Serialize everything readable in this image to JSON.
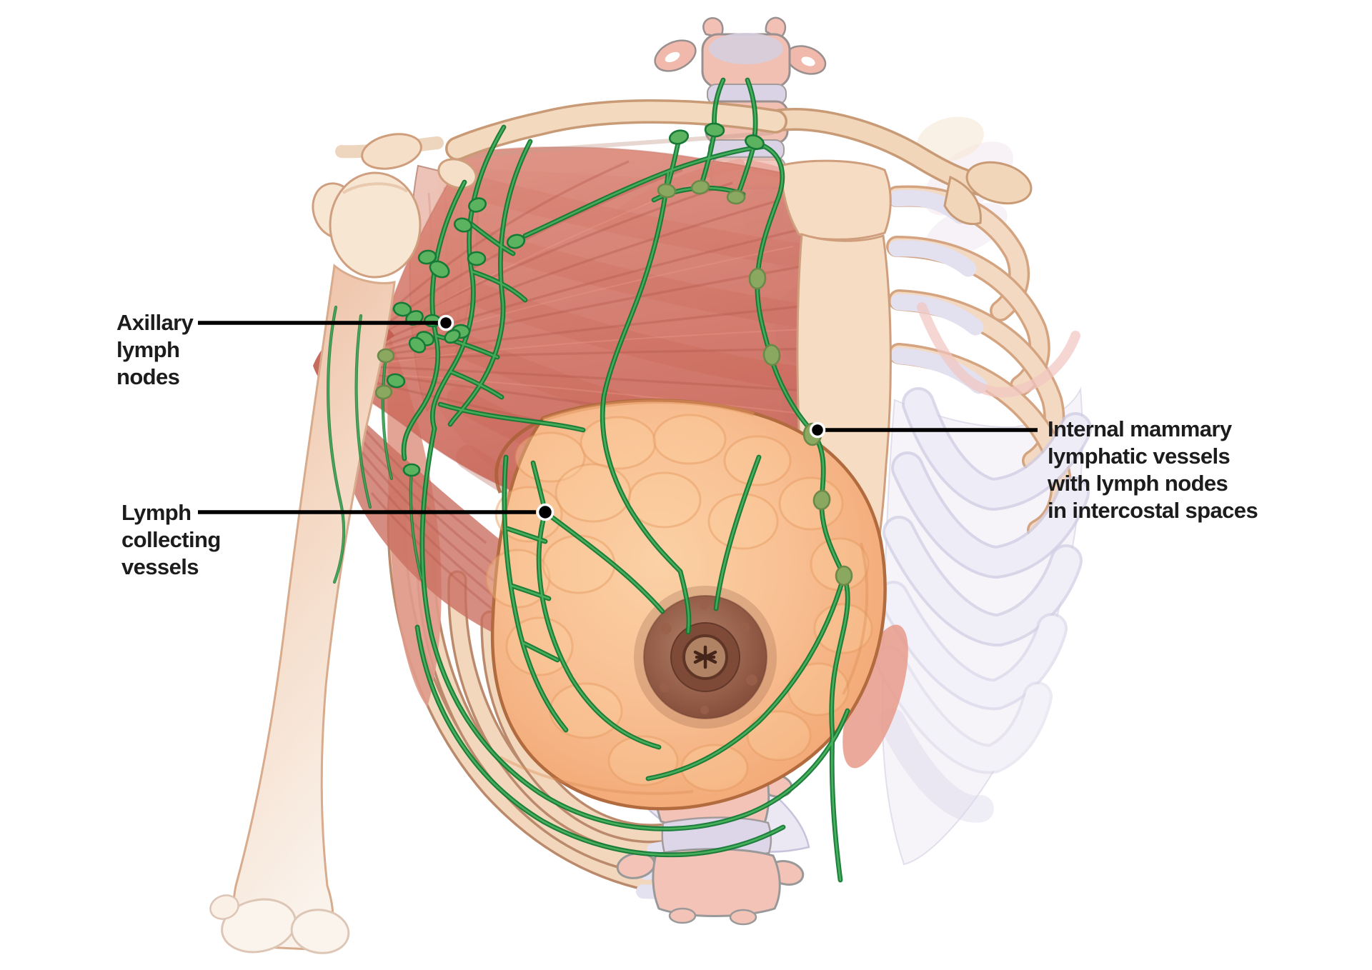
{
  "labels": {
    "axillary": {
      "lines": [
        "Axillary",
        "lymph",
        "nodes"
      ]
    },
    "lymph_collecting": {
      "lines": [
        "Lymph",
        "collecting",
        "vessels"
      ]
    },
    "internal_mammary": {
      "lines": [
        "Internal mammary",
        "lymphatic vessels",
        "with lymph nodes",
        "in intercostal spaces"
      ]
    }
  },
  "colors": {
    "background": "#ffffff",
    "label_text": "#1c1c1c",
    "leader": "#000000",
    "lymph_vessel_dark": "#157a36",
    "lymph_vessel_light": "#3fae57",
    "lymph_node_fill": "#5cb35f",
    "lymph_node_olive": "#8aa85f",
    "bone_cream": "#f5dcc2",
    "bone_outline": "#cf9e7c",
    "cartilage_lavender": "#e9e6f3",
    "muscle_red": "#d0695c",
    "vertebra_pink": "#f2bcb0",
    "breast_fill": "#f8bf92",
    "breast_outline": "#b26b3e",
    "areola_brown": "#8a5741"
  }
}
